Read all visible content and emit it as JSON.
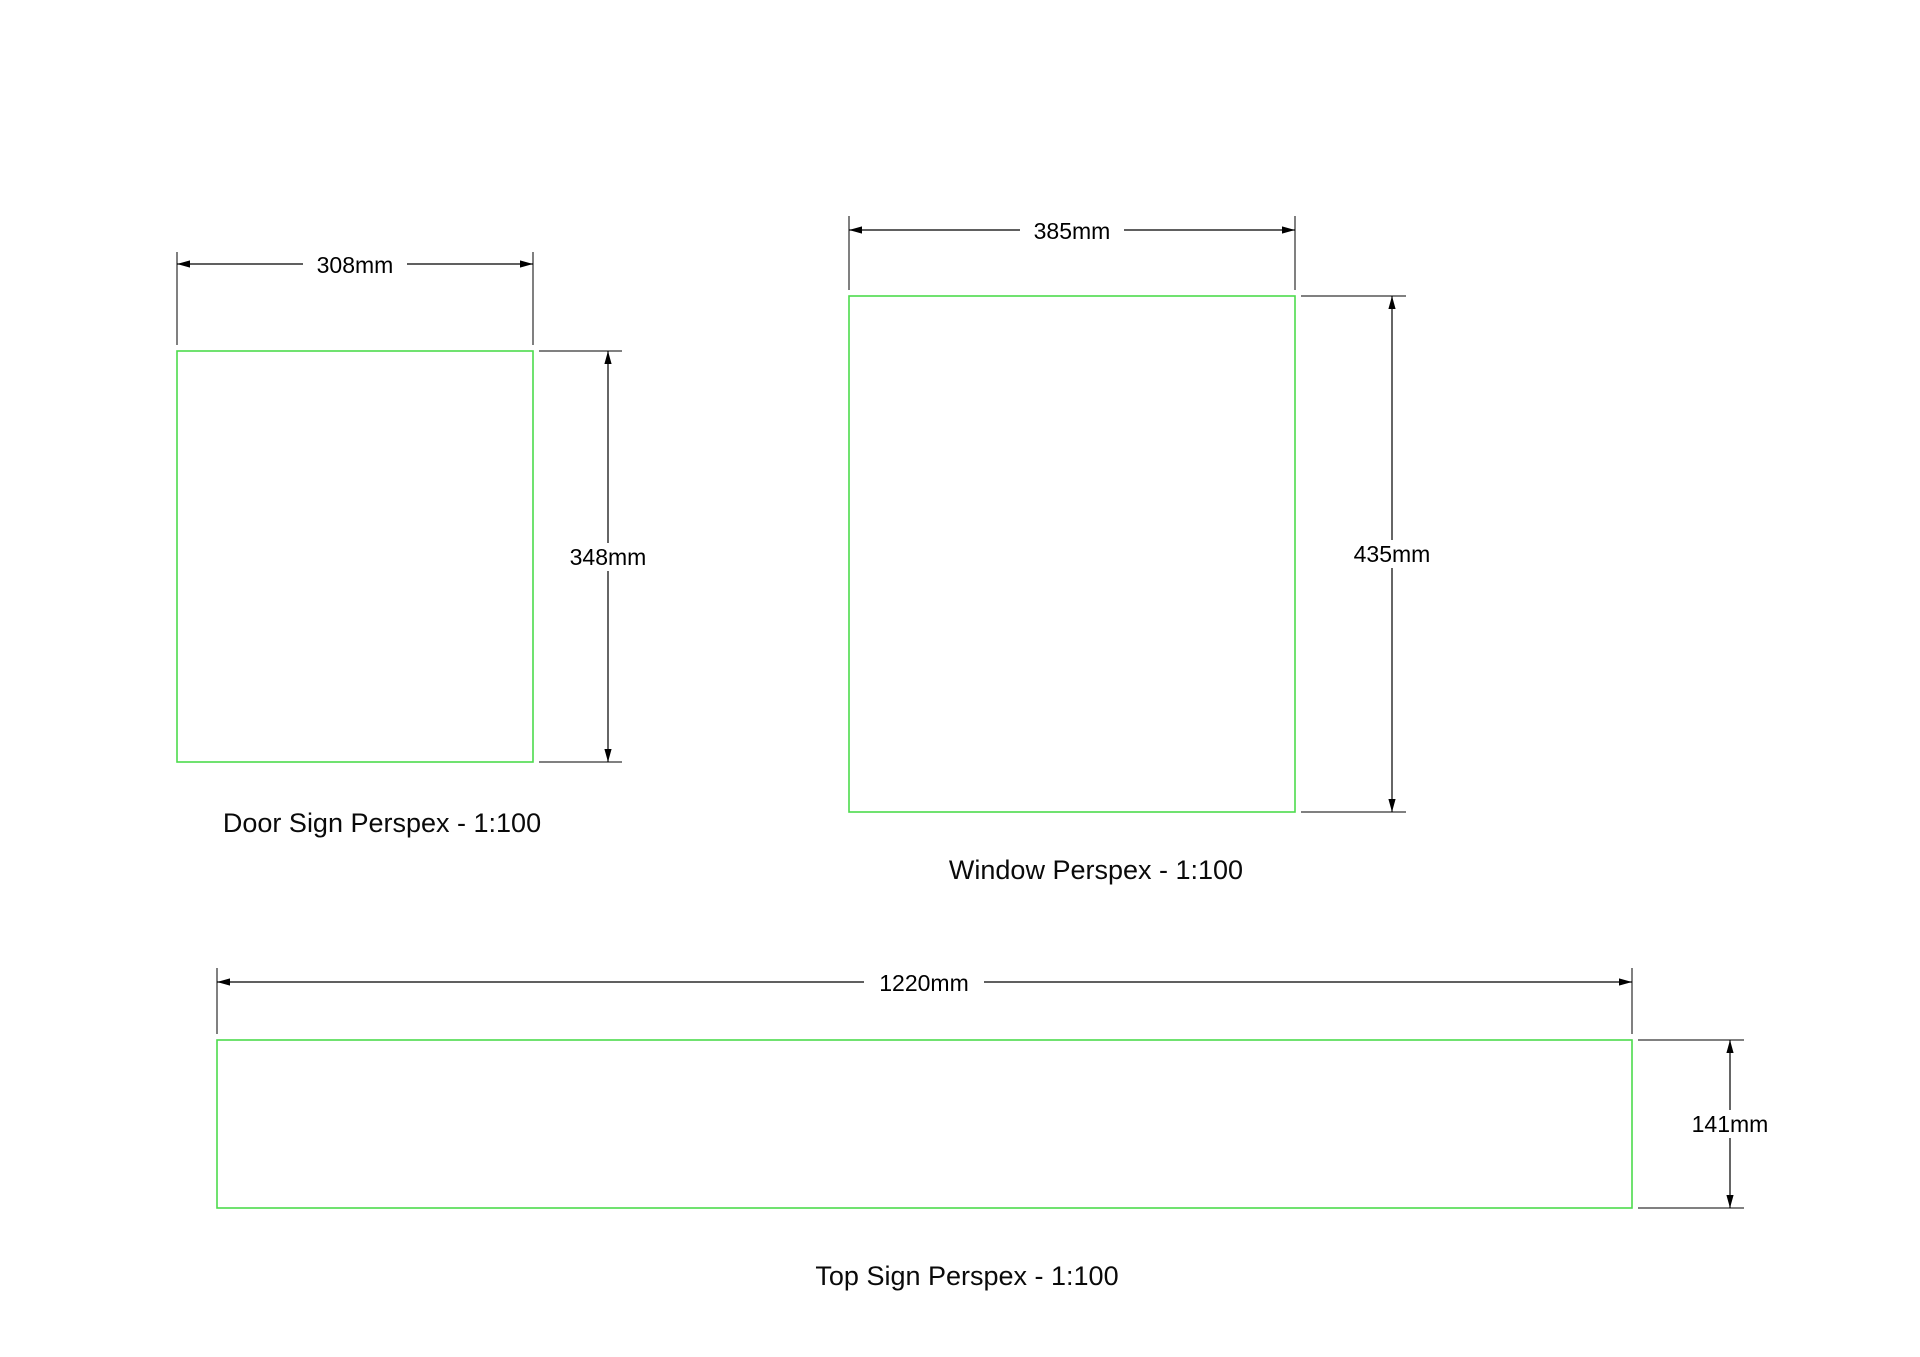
{
  "canvas": {
    "colors": {
      "background": "#ffffff",
      "line": "#000000",
      "perspex": "#4ddb4d"
    }
  },
  "panels": {
    "door": {
      "title": "Door Sign Perspex - 1:100",
      "width_label": "308mm",
      "height_label": "348mm"
    },
    "window": {
      "title": "Window Perspex - 1:100",
      "width_label": "385mm",
      "height_label": "435mm"
    },
    "top": {
      "title": "Top Sign Perspex - 1:100",
      "width_label": "1220mm",
      "height_label": "141mm"
    }
  }
}
